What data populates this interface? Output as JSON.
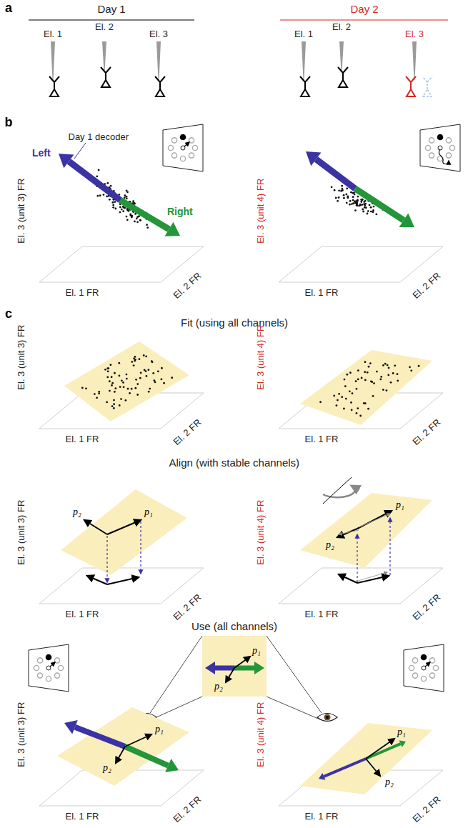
{
  "diagram": {
    "labels": [
      "a",
      "Day 1",
      "El. 1",
      "El. 2",
      "El. 3",
      "Day 2",
      "El. 1",
      "El. 2",
      "El. 3",
      "b",
      "Day 1 decoder",
      "Left",
      "Right",
      "El. 3 (unit 3) FR",
      "El. 1 FR",
      "El. 2 FR",
      "El. 3 (unit 4) FR",
      "El. 1 FR",
      "El. 2 FR",
      "c",
      "Fit (using all channels)",
      "El. 3 (unit 3) FR",
      "El. 1 FR",
      "El. 2 FR",
      "El. 3 (unit 4) FR",
      "El. 1 FR",
      "El. 2 FR",
      "Align (with stable channels)",
      "p₁",
      "p₂",
      "El. 3 (unit 3) FR",
      "El. 1 FR",
      "El. 2 FR",
      "p₁",
      "p₂",
      "El. 3 (unit 4) FR",
      "El. 1 FR",
      "El. 2 FR",
      "Use (all channels)",
      "p₁",
      "p₂",
      "p₁",
      "p₂",
      "El. 3 (unit 3) FR",
      "El. 1 FR",
      "El. 2 FR",
      "p₁",
      "p₂",
      "El. 3 (unit 4) FR",
      "El. 1 FR",
      "El. 2 FR"
    ]
  }
}
